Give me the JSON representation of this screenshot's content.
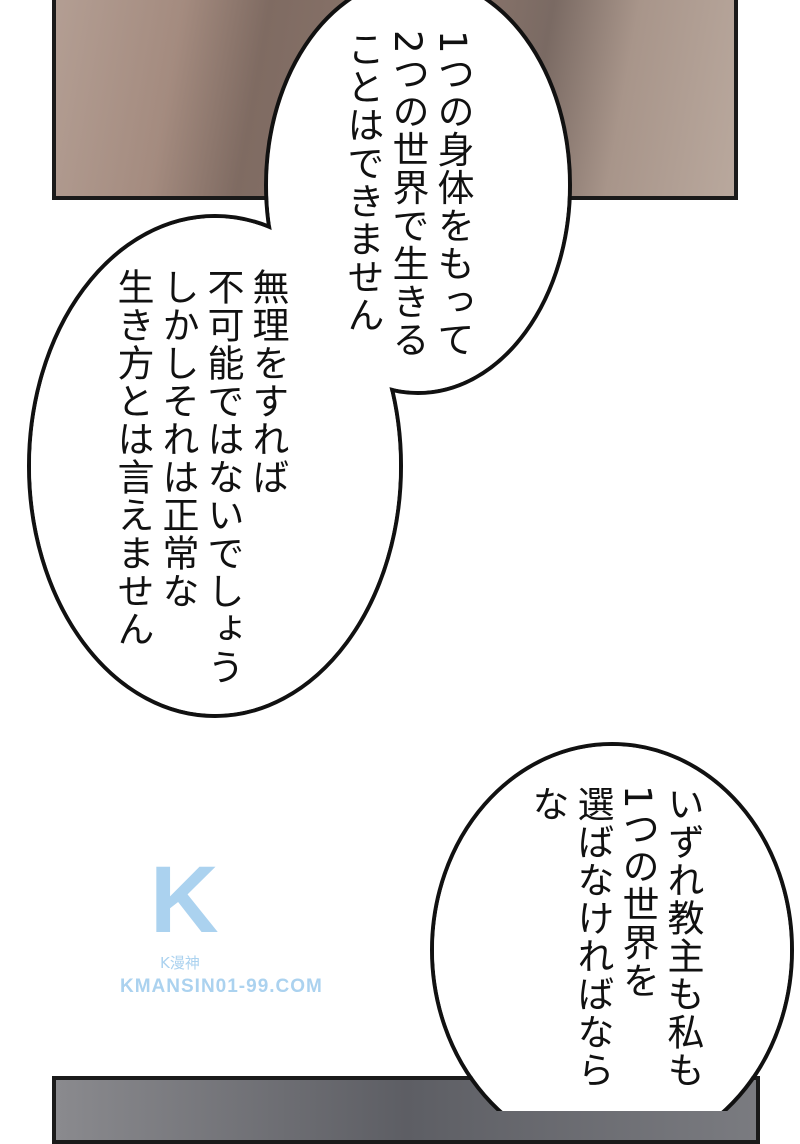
{
  "bubbles": [
    {
      "lines": [
        "1つの身体をもって",
        "2つの世界で生きる",
        "ことはできません"
      ]
    },
    {
      "lines": [
        "無理をすれば",
        "不可能ではないでしょう",
        "しかしそれは正常な",
        "生き方とは言えません"
      ]
    },
    {
      "lines": [
        "いずれ教主も私も",
        "1つの世界を",
        "選ばなければならな"
      ]
    }
  ],
  "watermark": {
    "logo": "K",
    "brand": "K漫神",
    "url": "KMANSIN01-99.COM"
  }
}
